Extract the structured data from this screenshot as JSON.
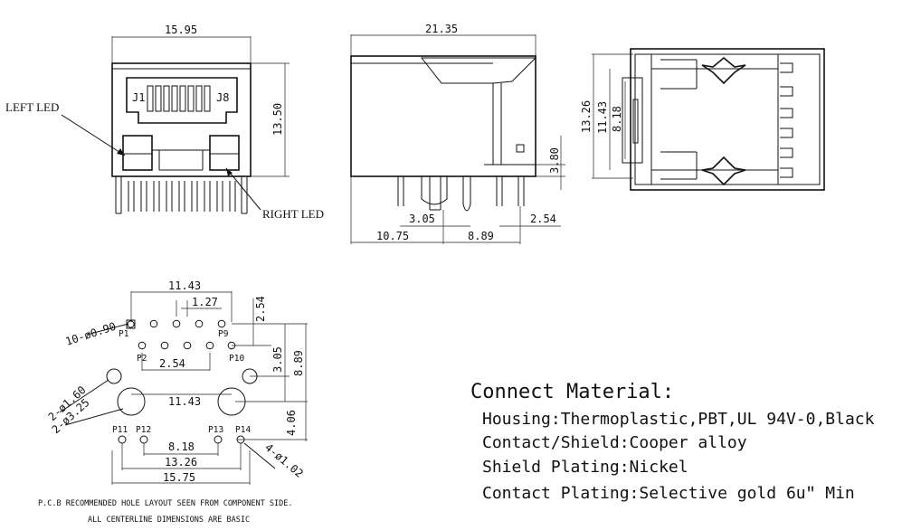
{
  "front_view": {
    "width_dim": "15.95",
    "height_dim": "13.50",
    "pin_j1": "J1",
    "pin_j8": "J8",
    "left_led": "LEFT LED",
    "right_led": "RIGHT LED"
  },
  "side_view": {
    "length_dim": "21.35",
    "standoff_dim": "3.80",
    "dim_305": "3.05",
    "dim_254": "2.54",
    "dim_1075": "10.75",
    "dim_889": "8.89"
  },
  "top_view": {
    "dim_1326": "13.26",
    "dim_1143": "11.43",
    "dim_818": "8.18"
  },
  "pcb_layout": {
    "dim_1143_top": "11.43",
    "dim_127": "1.27",
    "dim_254_right": "2.54",
    "dim_090": "10-ø0.90",
    "p1": "P1",
    "p2": "P2",
    "p9": "P9",
    "p10": "P10",
    "dim_254_mid": "2.54",
    "dim_305": "3.05",
    "dim_889": "8.89",
    "dim_160": "2-ø1.60",
    "dim_325": "2-ø3.25",
    "dim_1143_mid": "11.43",
    "dim_406": "4.06",
    "p11": "P11",
    "p12": "P12",
    "p13": "P13",
    "p14": "P14",
    "dim_818": "8.18",
    "dim_102": "4-ø1.02",
    "dim_1326": "13.26",
    "dim_1575": "15.75",
    "note_line1": "P.C.B RECOMMENDED HOLE LAYOUT SEEN FROM COMPONENT SIDE.",
    "note_line2": "ALL CENTERLINE DIMENSIONS ARE BASIC"
  },
  "materials": {
    "title": "Connect Material:",
    "housing": "Housing:Thermoplastic,PBT,UL 94V-0,Black",
    "contact_shield": "Contact/Shield:Cooper alloy",
    "shield_plating": "Shield Plating:Nickel",
    "contact_plating": "Contact Plating:Selective gold 6uʺ Min"
  }
}
